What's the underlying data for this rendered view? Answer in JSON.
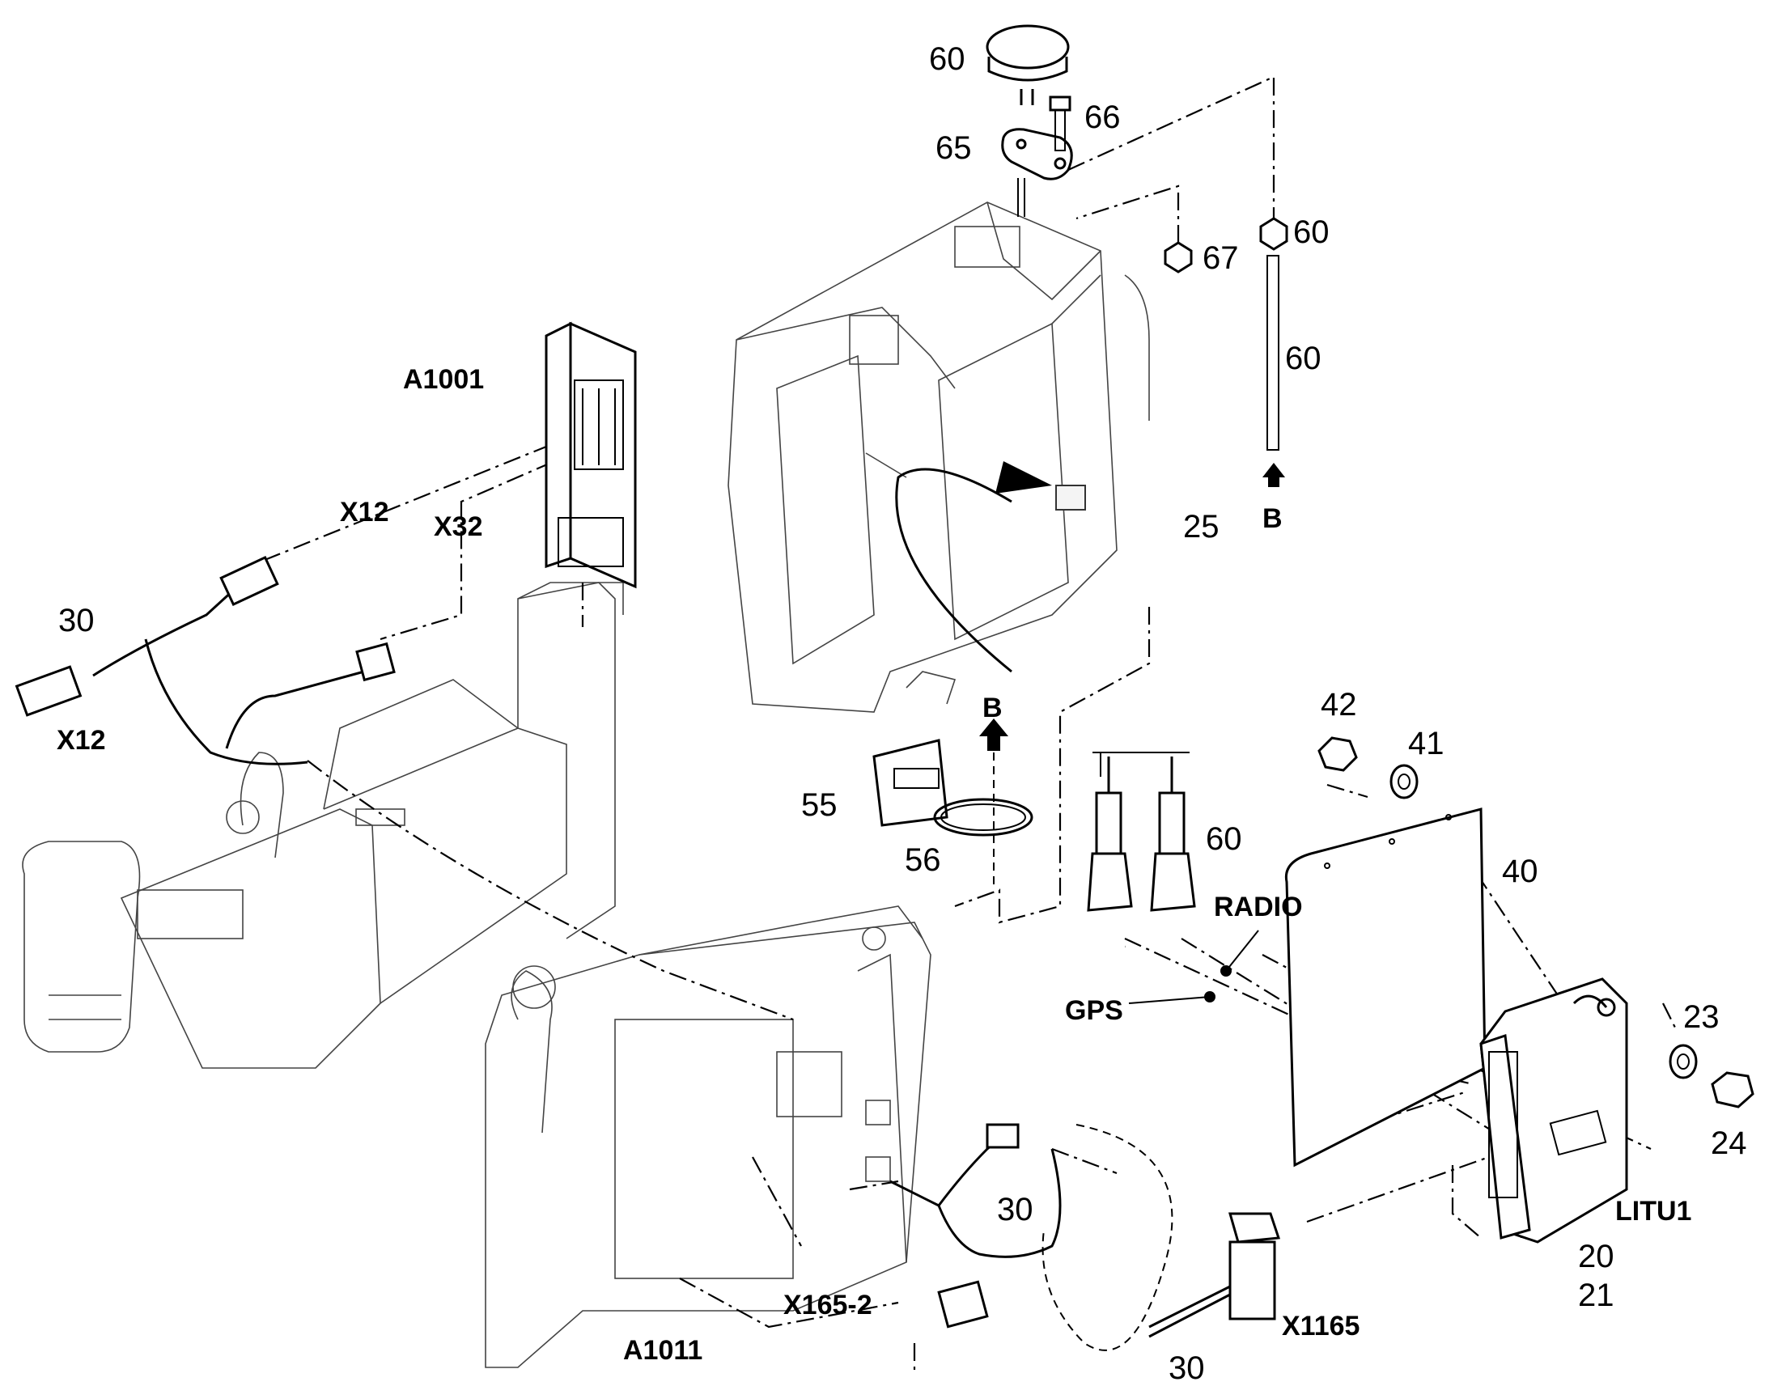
{
  "callouts": {
    "c60_antenna": "60",
    "c66": "66",
    "c65": "65",
    "c67": "67",
    "c60_nut": "60",
    "c60_rod": "60",
    "c25": "25",
    "cB_top": "B",
    "cA1001": "A1001",
    "cX12_top": "X12",
    "cX32": "X32",
    "c30_left": "30",
    "cX12_left": "X12",
    "cB_mid": "B",
    "c55": "55",
    "c56": "56",
    "c42": "42",
    "c41": "41",
    "c60_conn": "60",
    "c40": "40",
    "cRADIO": "RADIO",
    "cGPS": "GPS",
    "c23": "23",
    "c24": "24",
    "cLITU1": "LITU1",
    "c20": "20",
    "c21": "21",
    "c30_mid": "30",
    "cX165_2": "X165-2",
    "cA1011": "A1011",
    "c30_bottom": "30",
    "cX1165": "X1165"
  }
}
